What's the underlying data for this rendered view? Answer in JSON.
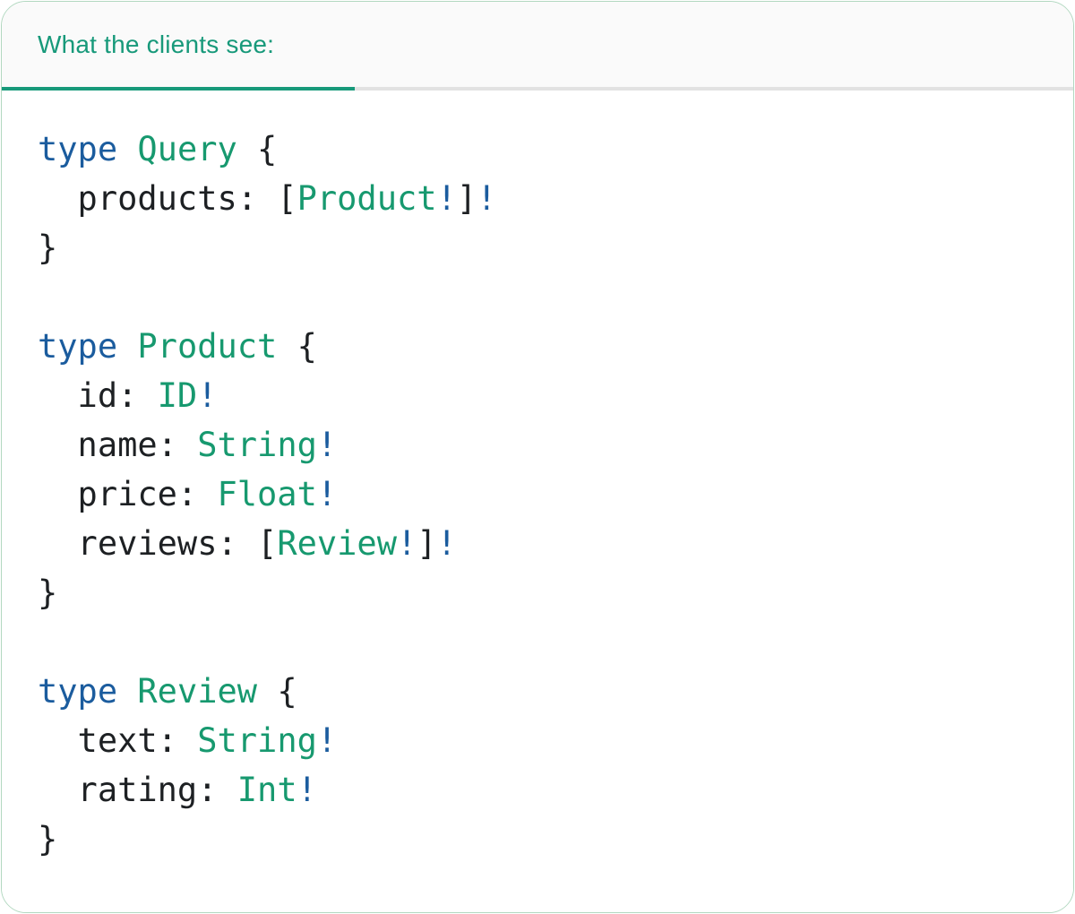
{
  "tab": {
    "label": "What the clients see:"
  },
  "colors": {
    "accent_teal": "#17997a",
    "keyword_blue": "#1b5c9e",
    "type_green": "#17996f",
    "code_text": "#1d2023",
    "underline_gray": "#e2e2e2",
    "tabbar_bg": "#fafafa",
    "card_border": "#b2d8c0",
    "card_bg": "#ffffff"
  },
  "code": {
    "lines": [
      [
        {
          "text": "type",
          "type": "keyword"
        },
        {
          "text": " ",
          "type": "plain"
        },
        {
          "text": "Query",
          "type": "typename"
        },
        {
          "text": " {",
          "type": "plain"
        }
      ],
      [
        {
          "text": "  products: [",
          "type": "plain"
        },
        {
          "text": "Product",
          "type": "typename"
        },
        {
          "text": "!",
          "type": "operator"
        },
        {
          "text": "]",
          "type": "plain"
        },
        {
          "text": "!",
          "type": "operator"
        }
      ],
      [
        {
          "text": "}",
          "type": "plain"
        }
      ],
      [],
      [
        {
          "text": "type",
          "type": "keyword"
        },
        {
          "text": " ",
          "type": "plain"
        },
        {
          "text": "Product",
          "type": "typename"
        },
        {
          "text": " {",
          "type": "plain"
        }
      ],
      [
        {
          "text": "  id: ",
          "type": "plain"
        },
        {
          "text": "ID",
          "type": "typename"
        },
        {
          "text": "!",
          "type": "operator"
        }
      ],
      [
        {
          "text": "  name: ",
          "type": "plain"
        },
        {
          "text": "String",
          "type": "typename"
        },
        {
          "text": "!",
          "type": "operator"
        }
      ],
      [
        {
          "text": "  price: ",
          "type": "plain"
        },
        {
          "text": "Float",
          "type": "typename"
        },
        {
          "text": "!",
          "type": "operator"
        }
      ],
      [
        {
          "text": "  reviews: [",
          "type": "plain"
        },
        {
          "text": "Review",
          "type": "typename"
        },
        {
          "text": "!",
          "type": "operator"
        },
        {
          "text": "]",
          "type": "plain"
        },
        {
          "text": "!",
          "type": "operator"
        }
      ],
      [
        {
          "text": "}",
          "type": "plain"
        }
      ],
      [],
      [
        {
          "text": "type",
          "type": "keyword"
        },
        {
          "text": " ",
          "type": "plain"
        },
        {
          "text": "Review",
          "type": "typename"
        },
        {
          "text": " {",
          "type": "plain"
        }
      ],
      [
        {
          "text": "  text: ",
          "type": "plain"
        },
        {
          "text": "String",
          "type": "typename"
        },
        {
          "text": "!",
          "type": "operator"
        }
      ],
      [
        {
          "text": "  rating: ",
          "type": "plain"
        },
        {
          "text": "Int",
          "type": "typename"
        },
        {
          "text": "!",
          "type": "operator"
        }
      ],
      [
        {
          "text": "}",
          "type": "plain"
        }
      ]
    ]
  }
}
